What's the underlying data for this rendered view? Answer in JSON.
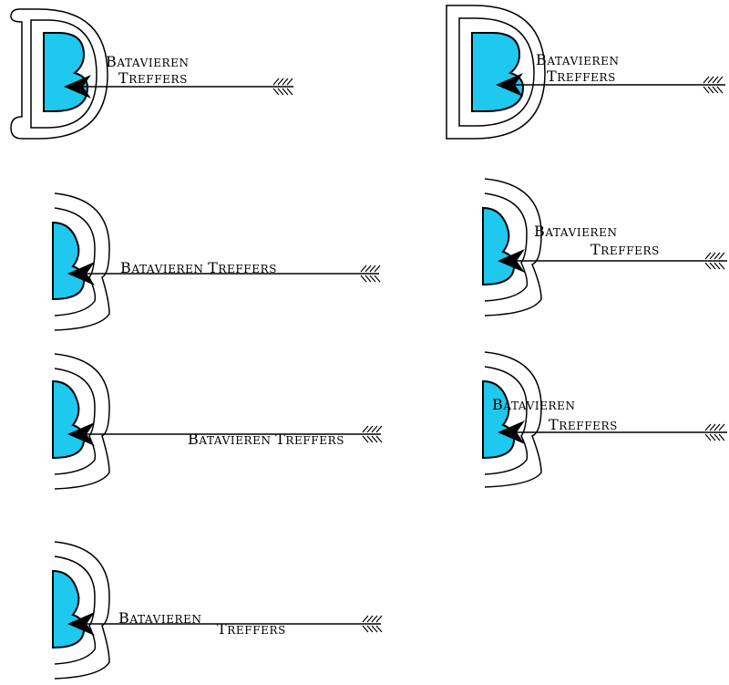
{
  "brand": {
    "word1": "Batavieren",
    "word2": "Treffers",
    "fill_color": "#1EC8EE",
    "line_color": "#000000"
  },
  "variants": [
    {
      "label1": "Batavieren",
      "label2": "Treffers"
    },
    {
      "label1": "Batavieren",
      "label2": "Treffers"
    },
    {
      "label1": "Batavieren Treffers"
    },
    {
      "label1": "Batavieren",
      "label2": "Treffers"
    },
    {
      "label1": "Batavieren Treffers"
    },
    {
      "label1": "Batavieren",
      "label2": "Treffers"
    },
    {
      "label1": "Batavieren",
      "label2": "Treffers"
    }
  ]
}
